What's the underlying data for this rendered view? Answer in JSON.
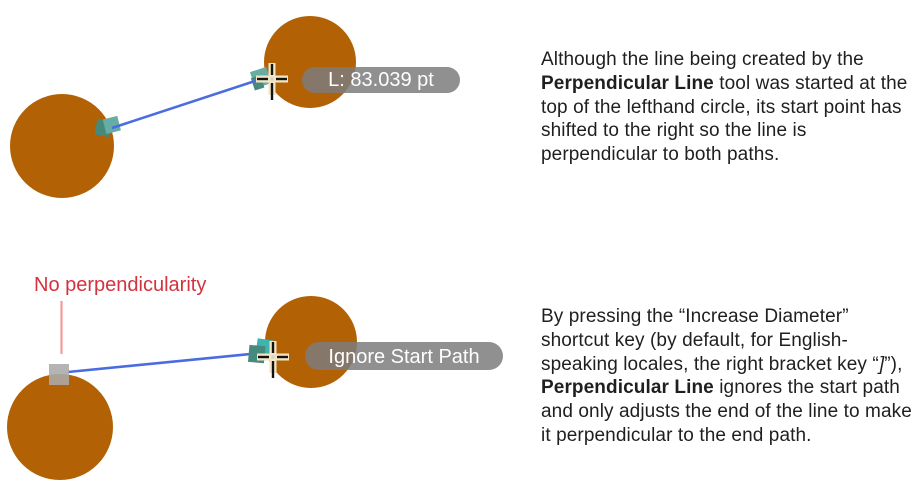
{
  "figure": {
    "top": {
      "tooltip_label": "L: 83.039 pt"
    },
    "bottom": {
      "annotation_label": "No perpendicularity",
      "tooltip_label": "Ignore Start Path"
    }
  },
  "paragraphs": {
    "p1": {
      "segments": [
        {
          "t": "Although the line being created by the "
        },
        {
          "t": "Perpendicular Line",
          "b": true
        },
        {
          "t": " tool was started at the top of the lefthand circle, its start point has shifted to the right so the line is perpendicular to both paths."
        }
      ]
    },
    "p2": {
      "segments": [
        {
          "t": "By pressing the “Increase Diameter” shortcut key (by default, for English-speaking locales, the right bracket key “"
        },
        {
          "t": "]",
          "i": true
        },
        {
          "t": "”), "
        },
        {
          "t": "Perpendicular Line",
          "b": true
        },
        {
          "t": " ignores the start path and only adjusts the end of the line to make it perpendicular to the end path."
        }
      ]
    }
  },
  "colors": {
    "circle_fill": "#b26205",
    "line_blue": "#4a6ce1",
    "handle_teal_dark": "#47897d",
    "handle_teal_light": "#68ada3",
    "handle_teal_bright": "#3fb3ad",
    "tooltip_gray": "#7d7d7d",
    "tooltip_text": "#ffffff",
    "annotation_red": "#d4323e",
    "annotation_pink": "#f29b9b",
    "start_handle_gray": "#aaaaaa",
    "crosshair_cream": "#f4e6c3",
    "crosshair_black": "#131313",
    "body_text": "#1f1f1f"
  }
}
